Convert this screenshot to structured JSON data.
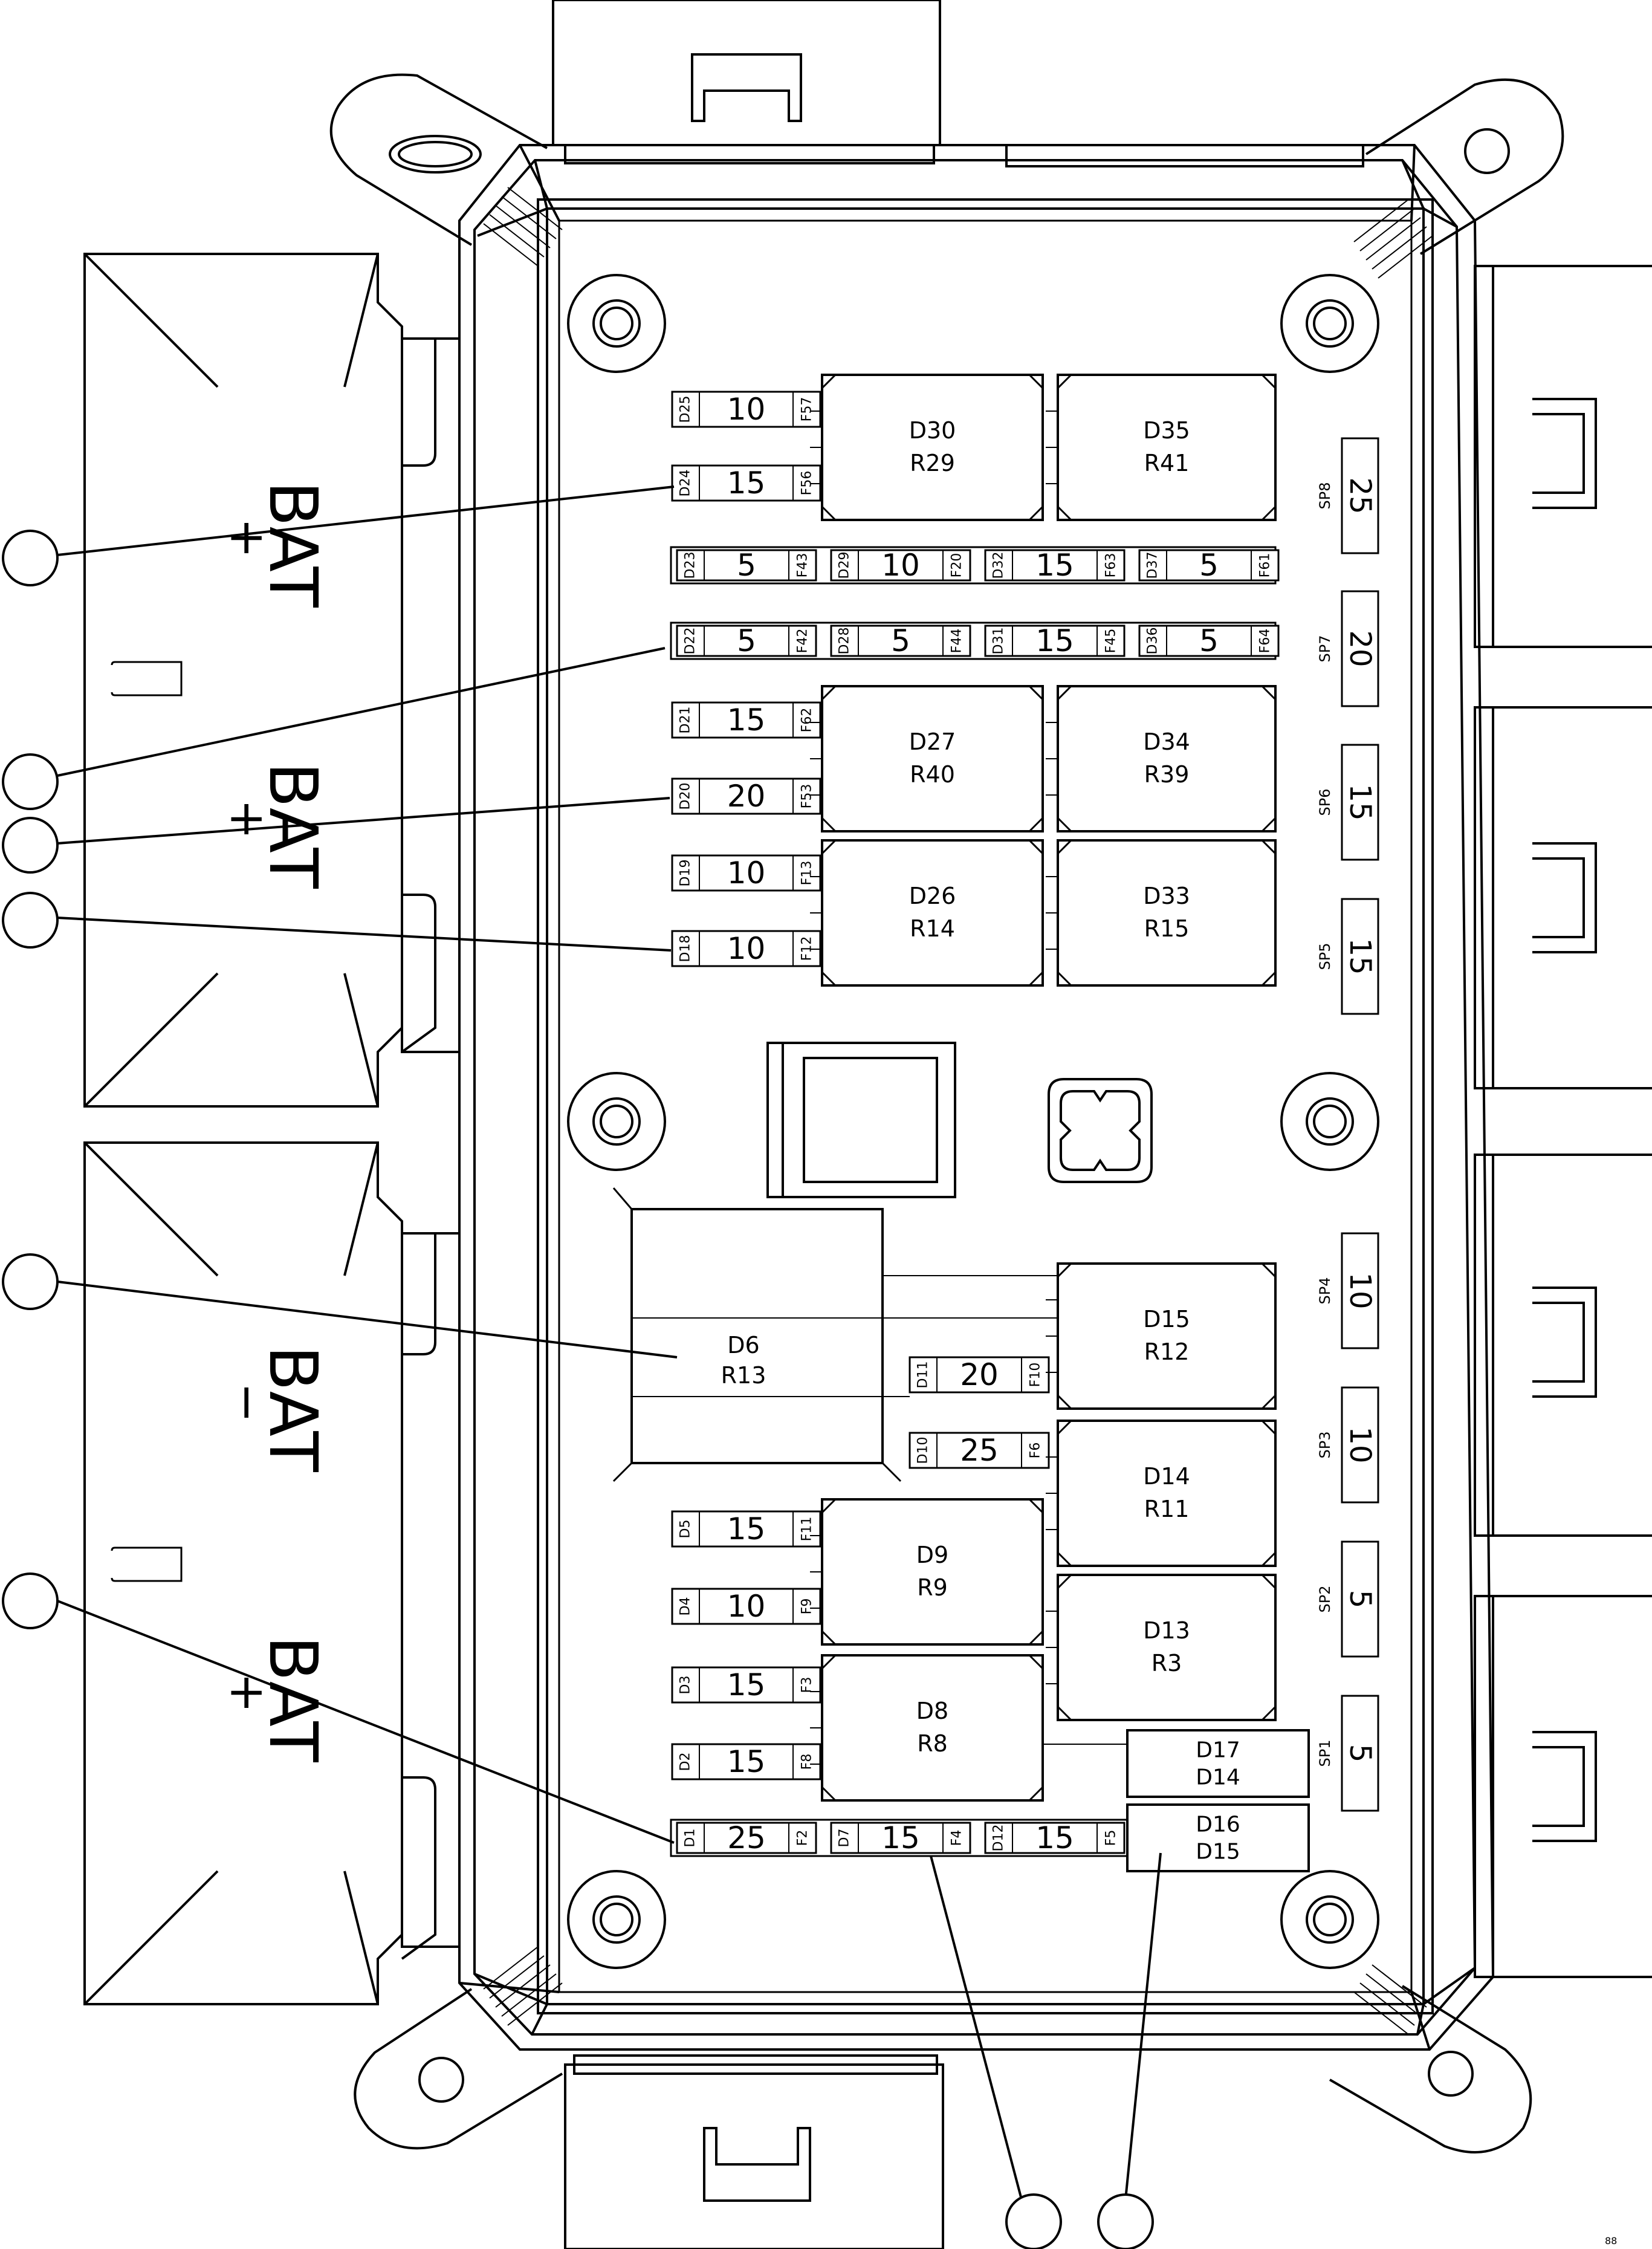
{
  "fuse_rows": [
    {
      "d": "D25",
      "v": "10",
      "f": "F57"
    },
    {
      "d": "D24",
      "v": "15",
      "f": "F56"
    },
    {
      "d": "D21",
      "v": "15",
      "f": "F62"
    },
    {
      "d": "D20",
      "v": "20",
      "f": "F53"
    },
    {
      "d": "D19",
      "v": "10",
      "f": "F13"
    },
    {
      "d": "D18",
      "v": "10",
      "f": "F12"
    },
    {
      "d": "D5",
      "v": "15",
      "f": "F11"
    },
    {
      "d": "D4",
      "v": "10",
      "f": "F9"
    },
    {
      "d": "D3",
      "v": "15",
      "f": "F3"
    },
    {
      "d": "D2",
      "v": "15",
      "f": "F8"
    }
  ],
  "fuse_strip_a": [
    {
      "d": "D23",
      "v": "5",
      "f": "F43"
    },
    {
      "d": "D29",
      "v": "10",
      "f": "F20"
    },
    {
      "d": "D32",
      "v": "15",
      "f": "F63"
    },
    {
      "d": "D37",
      "v": "5",
      "f": "F61"
    }
  ],
  "fuse_strip_b": [
    {
      "d": "D22",
      "v": "5",
      "f": "F42"
    },
    {
      "d": "D28",
      "v": "5",
      "f": "F44"
    },
    {
      "d": "D31",
      "v": "15",
      "f": "F45"
    },
    {
      "d": "D36",
      "v": "5",
      "f": "F64"
    }
  ],
  "fuse_strip_c": [
    {
      "d": "D1",
      "v": "25",
      "f": "F2"
    },
    {
      "d": "D7",
      "v": "15",
      "f": "F4"
    },
    {
      "d": "D12",
      "v": "15",
      "f": "F5"
    }
  ],
  "center_fuses": [
    {
      "d": "D11",
      "v": "20",
      "f": "F10"
    },
    {
      "d": "D10",
      "v": "25",
      "f": "F6"
    }
  ],
  "relays": [
    {
      "line1": "D30",
      "line2": "R29"
    },
    {
      "line1": "D35",
      "line2": "R41"
    },
    {
      "line1": "D27",
      "line2": "R40"
    },
    {
      "line1": "D34",
      "line2": "R39"
    },
    {
      "line1": "D26",
      "line2": "R14"
    },
    {
      "line1": "D33",
      "line2": "R15"
    },
    {
      "line1": "D15",
      "line2": "R12"
    },
    {
      "line1": "D14",
      "line2": "R11"
    },
    {
      "line1": "D9",
      "line2": "R9"
    },
    {
      "line1": "D13",
      "line2": "R3"
    },
    {
      "line1": "D8",
      "line2": "R8"
    },
    {
      "line1": "D6",
      "line2": "R13"
    }
  ],
  "diodes": [
    {
      "line1": "D17",
      "line2": "D14"
    },
    {
      "line1": "D16",
      "line2": "D15"
    }
  ],
  "spares": [
    {
      "label": "SP8",
      "v": "25"
    },
    {
      "label": "SP7",
      "v": "20"
    },
    {
      "label": "SP6",
      "v": "15"
    },
    {
      "label": "SP5",
      "v": "15"
    },
    {
      "label": "SP4",
      "v": "10"
    },
    {
      "label": "SP3",
      "v": "10"
    },
    {
      "label": "SP2",
      "v": "5"
    },
    {
      "label": "SP1",
      "v": "5"
    }
  ],
  "battery_labels": [
    {
      "text": "BAT",
      "sign": "+"
    },
    {
      "text": "BAT",
      "sign": "+"
    },
    {
      "text": "BAT",
      "sign": "−"
    },
    {
      "text": "BAT",
      "sign": "+"
    }
  ],
  "corner_code": "88"
}
